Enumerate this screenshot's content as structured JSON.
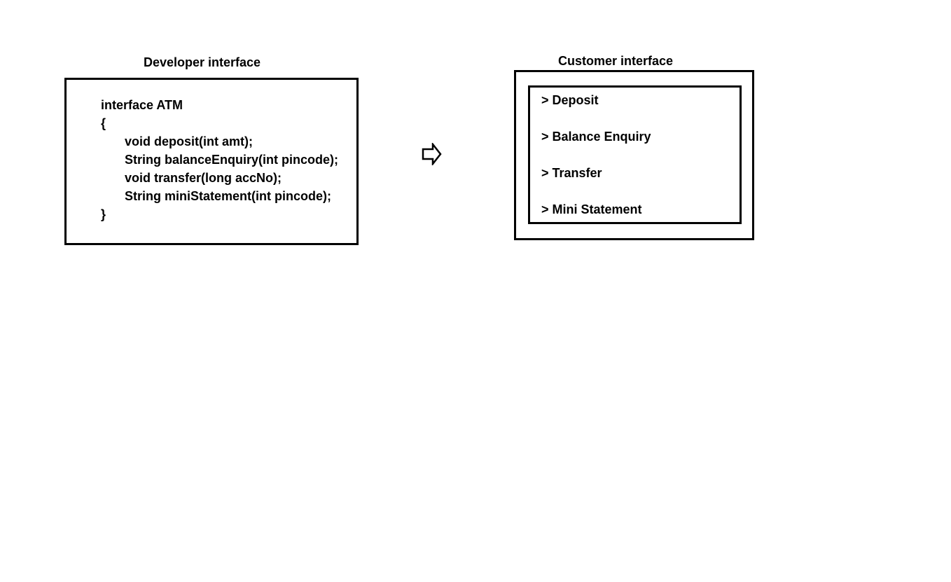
{
  "developer": {
    "title": "Developer interface",
    "code": [
      "interface ATM",
      "{",
      "void deposit(int amt);",
      "String balanceEnquiry(int pincode);",
      "void transfer(long accNo);",
      "String miniStatement(int pincode);",
      "}"
    ]
  },
  "arrow": {
    "icon": "right-arrow-icon"
  },
  "customer": {
    "title": "Customer interface",
    "menu": [
      "> Deposit",
      "> Balance Enquiry",
      "> Transfer",
      "> Mini Statement"
    ]
  }
}
